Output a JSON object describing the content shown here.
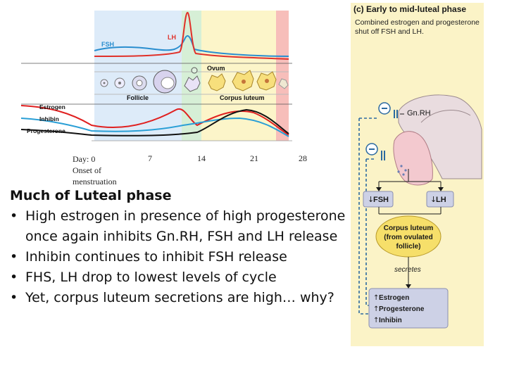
{
  "cycle_diagram": {
    "labels": {
      "fsh": "FSH",
      "lh": "LH",
      "ovum": "Ovum",
      "follicle": "Follicle",
      "corpus_luteum": "Corpus luteum",
      "estrogen": "Estrogen",
      "inhibin": "Inhibin",
      "progesterone": "Progesterone"
    },
    "days": {
      "day0_line1": "Day: 0",
      "day0_line2": "Onset of",
      "day0_line3": "menstruation",
      "d7": "7",
      "d14": "14",
      "d21": "21",
      "d28": "28"
    },
    "colors": {
      "fsh": "#2a8ecf",
      "lh": "#e0312a",
      "estrogen": "#e02020",
      "inhibin": "#2a9fd6",
      "progesterone": "#111111",
      "follicular_band": "#cfe3f7",
      "ovulation_band": "#cfeccf",
      "luteal_band": "#fbf3c0",
      "menses_band": "#f6b7b2"
    }
  },
  "notes": {
    "heading": "Much of Luteal phase",
    "bullets": [
      "High estrogen in presence of high progesterone once again inhibits Gn.RH, FSH and LH release",
      "Inhibin continues to inhibit FSH release",
      "FHS, LH drop to lowest levels of cycle",
      "Yet, corpus luteum secretions are high… why?"
    ]
  },
  "panel": {
    "title": "(c) Early to mid-luteal phase",
    "description": "Combined estrogen and progesterone shut off FSH and LH.",
    "gnrh": "Gn.RH",
    "fsh": "FSH",
    "lh": "LH",
    "corpus_line1": "Corpus luteum",
    "corpus_line2": "(from ovulated",
    "corpus_line3": "follicle)",
    "secretes": "secretes",
    "estrogen": "Estrogen",
    "progesterone": "Progesterone",
    "inhibin": "Inhibin",
    "colors": {
      "background": "#fbf3c7",
      "inhibit_dash": "#2c6aa0",
      "pituitary": "#f3c9cf",
      "box_fill": "#cdd1e6"
    }
  }
}
